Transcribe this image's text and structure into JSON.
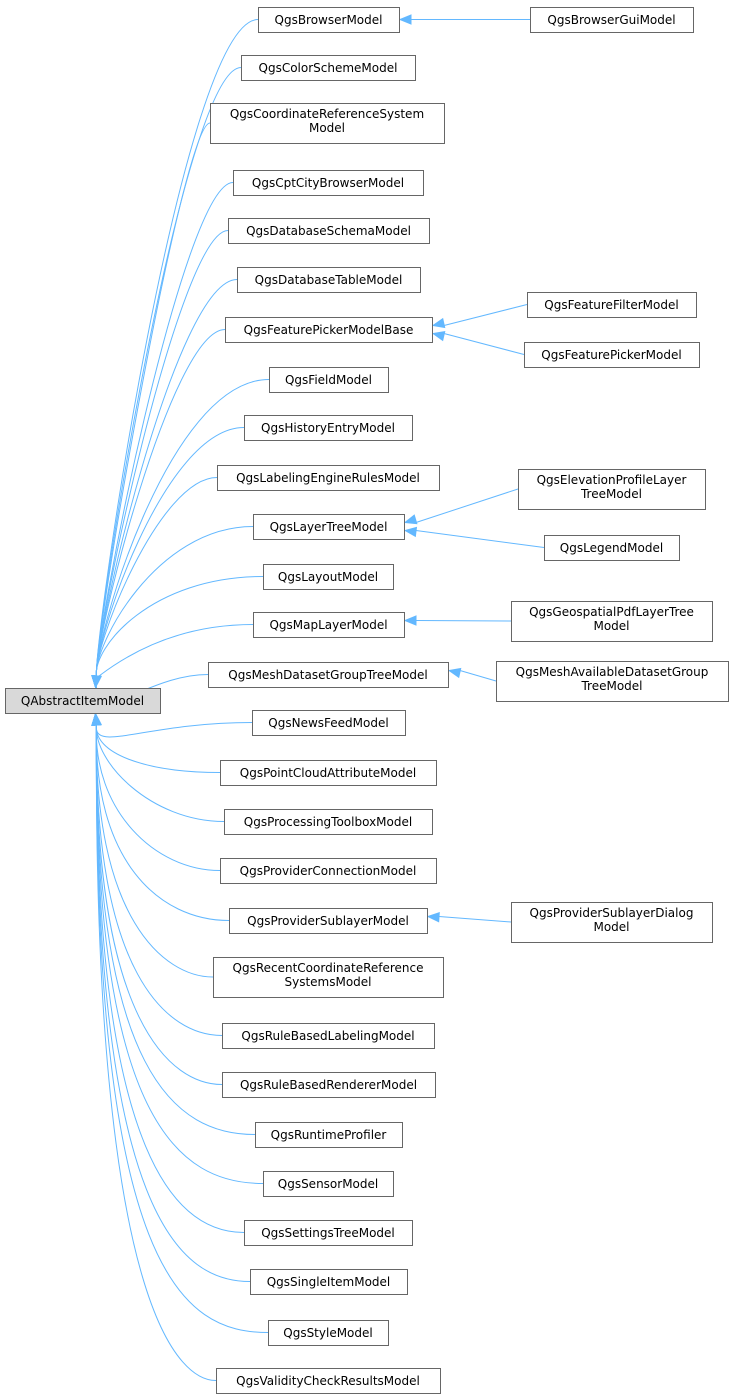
{
  "diagram": {
    "type": "inheritance",
    "root": {
      "id": "root",
      "label": [
        "QAbstractItemModel"
      ]
    },
    "nodes": [
      {
        "id": "browser",
        "label": [
          "QgsBrowserModel"
        ]
      },
      {
        "id": "colorscheme",
        "label": [
          "QgsColorSchemeModel"
        ]
      },
      {
        "id": "crs",
        "label": [
          "QgsCoordinateReferenceSystem",
          "Model"
        ]
      },
      {
        "id": "cptcity",
        "label": [
          "QgsCptCityBrowserModel"
        ]
      },
      {
        "id": "dbschema",
        "label": [
          "QgsDatabaseSchemaModel"
        ]
      },
      {
        "id": "dbtable",
        "label": [
          "QgsDatabaseTableModel"
        ]
      },
      {
        "id": "featpickbase",
        "label": [
          "QgsFeaturePickerModelBase"
        ]
      },
      {
        "id": "field",
        "label": [
          "QgsFieldModel"
        ]
      },
      {
        "id": "history",
        "label": [
          "QgsHistoryEntryModel"
        ]
      },
      {
        "id": "labelrules",
        "label": [
          "QgsLabelingEngineRulesModel"
        ]
      },
      {
        "id": "layertree",
        "label": [
          "QgsLayerTreeModel"
        ]
      },
      {
        "id": "layout",
        "label": [
          "QgsLayoutModel"
        ]
      },
      {
        "id": "maplayer",
        "label": [
          "QgsMapLayerModel"
        ]
      },
      {
        "id": "meshgroup",
        "label": [
          "QgsMeshDatasetGroupTreeModel"
        ]
      },
      {
        "id": "newsfeed",
        "label": [
          "QgsNewsFeedModel"
        ]
      },
      {
        "id": "pointcloud",
        "label": [
          "QgsPointCloudAttributeModel"
        ]
      },
      {
        "id": "processing",
        "label": [
          "QgsProcessingToolboxModel"
        ]
      },
      {
        "id": "providerconn",
        "label": [
          "QgsProviderConnectionModel"
        ]
      },
      {
        "id": "providersub",
        "label": [
          "QgsProviderSublayerModel"
        ]
      },
      {
        "id": "recentcrs",
        "label": [
          "QgsRecentCoordinateReference",
          "SystemsModel"
        ]
      },
      {
        "id": "rblabel",
        "label": [
          "QgsRuleBasedLabelingModel"
        ]
      },
      {
        "id": "rbrender",
        "label": [
          "QgsRuleBasedRendererModel"
        ]
      },
      {
        "id": "profiler",
        "label": [
          "QgsRuntimeProfiler"
        ]
      },
      {
        "id": "sensor",
        "label": [
          "QgsSensorModel"
        ]
      },
      {
        "id": "settings",
        "label": [
          "QgsSettingsTreeModel"
        ]
      },
      {
        "id": "singleitem",
        "label": [
          "QgsSingleItemModel"
        ]
      },
      {
        "id": "style",
        "label": [
          "QgsStyleModel"
        ]
      },
      {
        "id": "validity",
        "label": [
          "QgsValidityCheckResultsModel"
        ]
      },
      {
        "id": "browsergui",
        "label": [
          "QgsBrowserGuiModel"
        ]
      },
      {
        "id": "featfilter",
        "label": [
          "QgsFeatureFilterModel"
        ]
      },
      {
        "id": "featpicker",
        "label": [
          "QgsFeaturePickerModel"
        ]
      },
      {
        "id": "elevprofile",
        "label": [
          "QgsElevationProfileLayer",
          "TreeModel"
        ]
      },
      {
        "id": "legend",
        "label": [
          "QgsLegendModel"
        ]
      },
      {
        "id": "geopdf",
        "label": [
          "QgsGeospatialPdfLayerTree",
          "Model"
        ]
      },
      {
        "id": "meshavail",
        "label": [
          "QgsMeshAvailableDatasetGroup",
          "TreeModel"
        ]
      },
      {
        "id": "sublayerdlg",
        "label": [
          "QgsProviderSublayerDialog",
          "Model"
        ]
      }
    ],
    "edges": [
      [
        "browser",
        "root"
      ],
      [
        "colorscheme",
        "root"
      ],
      [
        "crs",
        "root"
      ],
      [
        "cptcity",
        "root"
      ],
      [
        "dbschema",
        "root"
      ],
      [
        "dbtable",
        "root"
      ],
      [
        "featpickbase",
        "root"
      ],
      [
        "field",
        "root"
      ],
      [
        "history",
        "root"
      ],
      [
        "labelrules",
        "root"
      ],
      [
        "layertree",
        "root"
      ],
      [
        "layout",
        "root"
      ],
      [
        "maplayer",
        "root"
      ],
      [
        "meshgroup",
        "root"
      ],
      [
        "newsfeed",
        "root"
      ],
      [
        "pointcloud",
        "root"
      ],
      [
        "processing",
        "root"
      ],
      [
        "providerconn",
        "root"
      ],
      [
        "providersub",
        "root"
      ],
      [
        "recentcrs",
        "root"
      ],
      [
        "rblabel",
        "root"
      ],
      [
        "rbrender",
        "root"
      ],
      [
        "profiler",
        "root"
      ],
      [
        "sensor",
        "root"
      ],
      [
        "settings",
        "root"
      ],
      [
        "singleitem",
        "root"
      ],
      [
        "style",
        "root"
      ],
      [
        "validity",
        "root"
      ],
      [
        "browsergui",
        "browser"
      ],
      [
        "featfilter",
        "featpickbase"
      ],
      [
        "featpicker",
        "featpickbase"
      ],
      [
        "elevprofile",
        "layertree"
      ],
      [
        "legend",
        "layertree"
      ],
      [
        "geopdf",
        "maplayer"
      ],
      [
        "meshavail",
        "meshgroup"
      ],
      [
        "sublayerdlg",
        "providersub"
      ]
    ],
    "colors": {
      "edge": "#63b8ff",
      "border": "#666666",
      "root_fill": "#d9d9d9",
      "node_fill": "#ffffff"
    }
  }
}
